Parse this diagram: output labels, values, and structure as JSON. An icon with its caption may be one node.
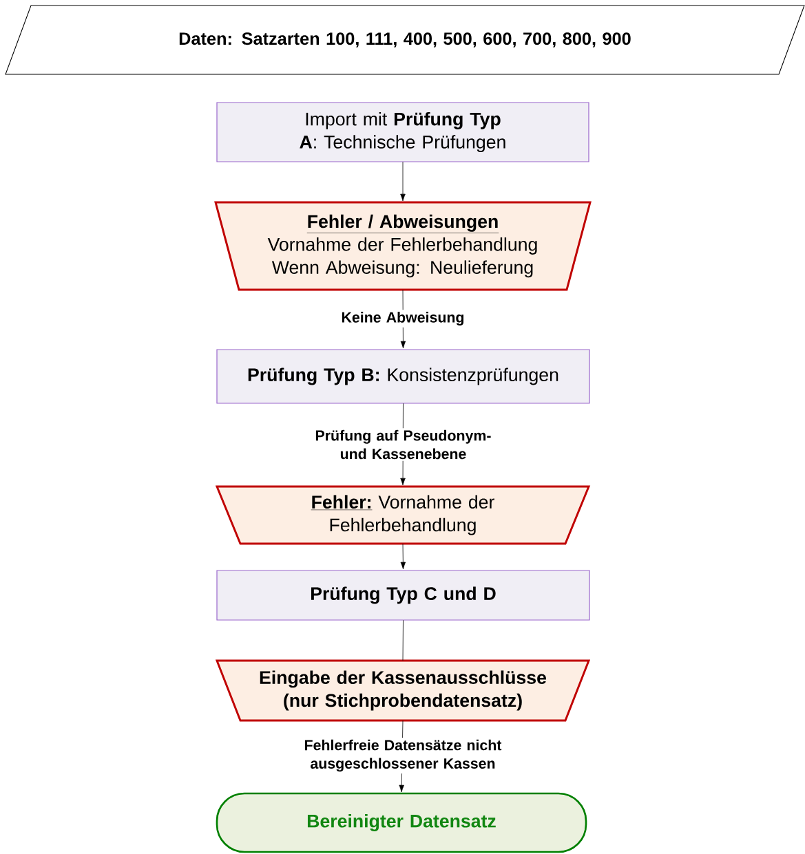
{
  "diagram": {
    "nodes": [
      {
        "text": [
          "Daten: Satzarten 100, 111, 400, 500, 600, 700, 800, 900"
        ]
      },
      {
        "text": [
          "Import mit **Prüfung Typ A**: Technische Prüfungen"
        ]
      },
      {
        "text": [
          "Fehler / Abweisungen",
          "Vornahme der Fehlerbehandlung",
          "Wenn Abweisung: Neulieferung"
        ]
      },
      {
        "text": [
          "**Prüfung Typ B:** Konsistenzprüfungen"
        ]
      },
      {
        "text": [
          "Fehler:",
          "Vornahme der Fehlerbehandlung"
        ]
      },
      {
        "text": [
          "Prüfung Typ C und D"
        ]
      },
      {
        "text": [
          "Eingabe der Kassenausschlüsse (nur Stichprobendatensatz)"
        ]
      },
      {
        "text": [
          "Bereinigter Datensatz"
        ]
      }
    ],
    "edges": [
      {
        "from": 1,
        "to": 2,
        "arrow": "to"
      },
      {
        "from": 2,
        "to": 3,
        "arrow": "to",
        "label": "Keine Abweisung"
      },
      {
        "from": 3,
        "to": 4,
        "arrow": "to",
        "label": "Prüfung auf Pseudonym- und Kassenebene"
      },
      {
        "from": 4,
        "to": 5,
        "arrow": "to"
      },
      {
        "from": 5,
        "to": 6,
        "arrow": "none"
      },
      {
        "from": 6,
        "to": 7,
        "arrow": "to",
        "label": "Fehlerfreie Datensätze nicht ausgeschlossener Kassen"
      }
    ]
  }
}
